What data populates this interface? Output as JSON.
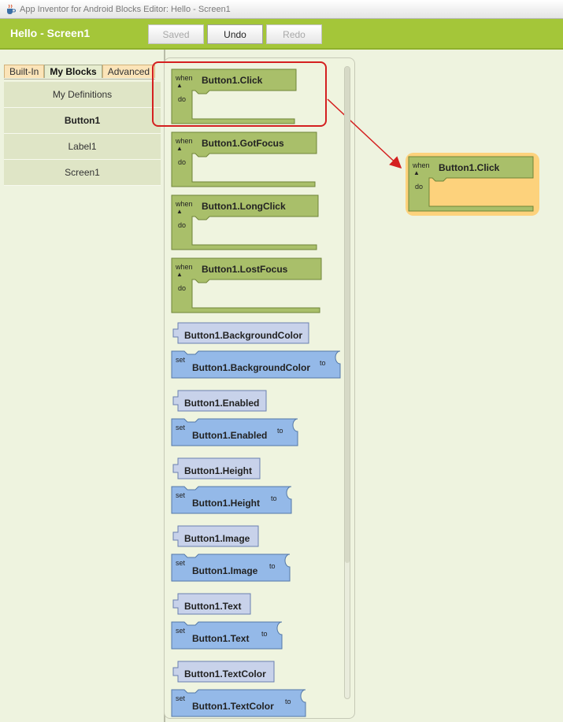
{
  "window": {
    "title": "App Inventor for Android Blocks Editor: Hello - Screen1"
  },
  "toolbar": {
    "app_title": "Hello - Screen1",
    "saved_label": "Saved",
    "undo_label": "Undo",
    "redo_label": "Redo"
  },
  "tabs": [
    {
      "label": "Built-In"
    },
    {
      "label": "My Blocks"
    },
    {
      "label": "Advanced"
    }
  ],
  "nav": [
    {
      "label": "My Definitions"
    },
    {
      "label": "Button1"
    },
    {
      "label": "Label1"
    },
    {
      "label": "Screen1"
    }
  ],
  "blocks": {
    "when_word": "when",
    "do_word": "do",
    "set_word": "set",
    "to_word": "to",
    "events": [
      "Button1.Click",
      "Button1.GotFocus",
      "Button1.LongClick",
      "Button1.LostFocus"
    ],
    "properties": [
      "Button1.BackgroundColor",
      "Button1.Enabled",
      "Button1.Height",
      "Button1.Image",
      "Button1.Text",
      "Button1.TextColor"
    ]
  },
  "workspace_block": {
    "label": "Button1.Click"
  },
  "colors": {
    "toolbar": "#a4c639",
    "event_block": "#a9bf6a",
    "getter_block": "#c8d2ea",
    "setter_block": "#94b9e8",
    "selection": "#d42020",
    "highlight": "#ffcb6b"
  }
}
